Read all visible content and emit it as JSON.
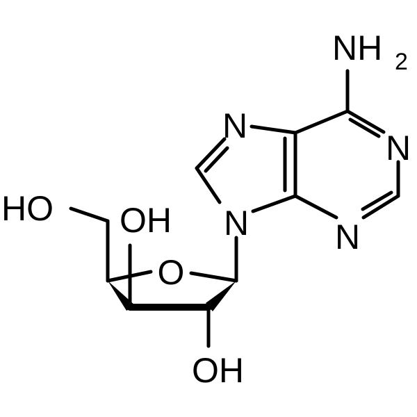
{
  "molecule": {
    "atoms": {
      "amine_n": "NH",
      "amine_sub": "2",
      "n1": "N",
      "n3": "N",
      "n7": "N",
      "n9": "N",
      "ring_o": "O",
      "oh_5prime": "HO",
      "oh_3prime": "OH",
      "oh_2prime": "OH"
    }
  }
}
